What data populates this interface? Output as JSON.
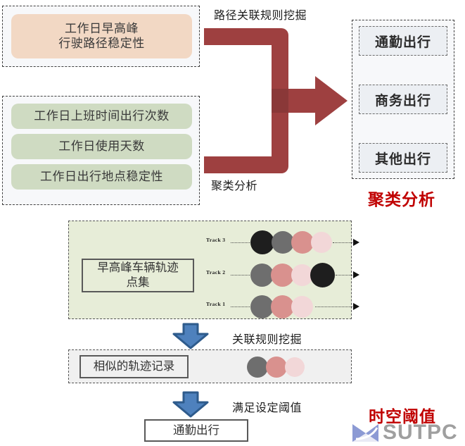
{
  "diagram": {
    "title_hidden": "",
    "colors": {
      "peach": "#F2D8C4",
      "green_pill": "#CFDBC2",
      "dark_red_arrow": "#9E4040",
      "blue_arrow": "#4E81BD",
      "blue_arrow_border": "#2E5B8C",
      "red_text": "#C00000",
      "panel_green": "#E7EDD8",
      "panel_grey": "#F0F0F0",
      "dot_black": "#1E1E1E",
      "dot_gray": "#6E6E6E",
      "dot_rose": "#D9918E",
      "dot_pink": "#F2D7D8"
    }
  },
  "inputs": {
    "group_a": {
      "items": [
        {
          "line1": "工作日早高峰",
          "line2": "行驶路径稳定性"
        }
      ]
    },
    "group_b": {
      "items": [
        {
          "label": "工作日上班时间出行次数"
        },
        {
          "label": "工作日使用天数"
        },
        {
          "label": "工作日出行地点稳定性"
        }
      ]
    }
  },
  "process_labels": {
    "top": "路径关联规则挖掘",
    "bottom": "聚类分析",
    "red_right": "聚类分析",
    "assoc_rule_mining": "关联规则挖掘",
    "threshold": "满足设定阈值",
    "red_bottom": "时空阈值"
  },
  "outputs": {
    "items": [
      {
        "label": "通勤出行"
      },
      {
        "label": "商务出行"
      },
      {
        "label": "其他出行"
      }
    ]
  },
  "trajectory_panel": {
    "caption_line1": "早高峰车辆轨迹",
    "caption_line2": "点集",
    "tracks": [
      {
        "name": "Track 3",
        "dots": [
          "#1E1E1E",
          "#6E6E6E",
          "#D9918E",
          "#F2D7D8"
        ]
      },
      {
        "name": "Track 2",
        "dots": [
          "#6E6E6E",
          "#D9918E",
          "#F2D7D8",
          "#1E1E1E"
        ]
      },
      {
        "name": "Track 1",
        "dots": [
          "#6E6E6E",
          "#D9918E",
          "#F2D7D8"
        ]
      }
    ]
  },
  "similar_panel": {
    "caption": "相似的轨迹记录",
    "dots": [
      "#6E6E6E",
      "#D9918E",
      "#F2D7D8"
    ]
  },
  "result": {
    "label": "通勤出行"
  },
  "logo": {
    "brand": "SUTPC"
  }
}
